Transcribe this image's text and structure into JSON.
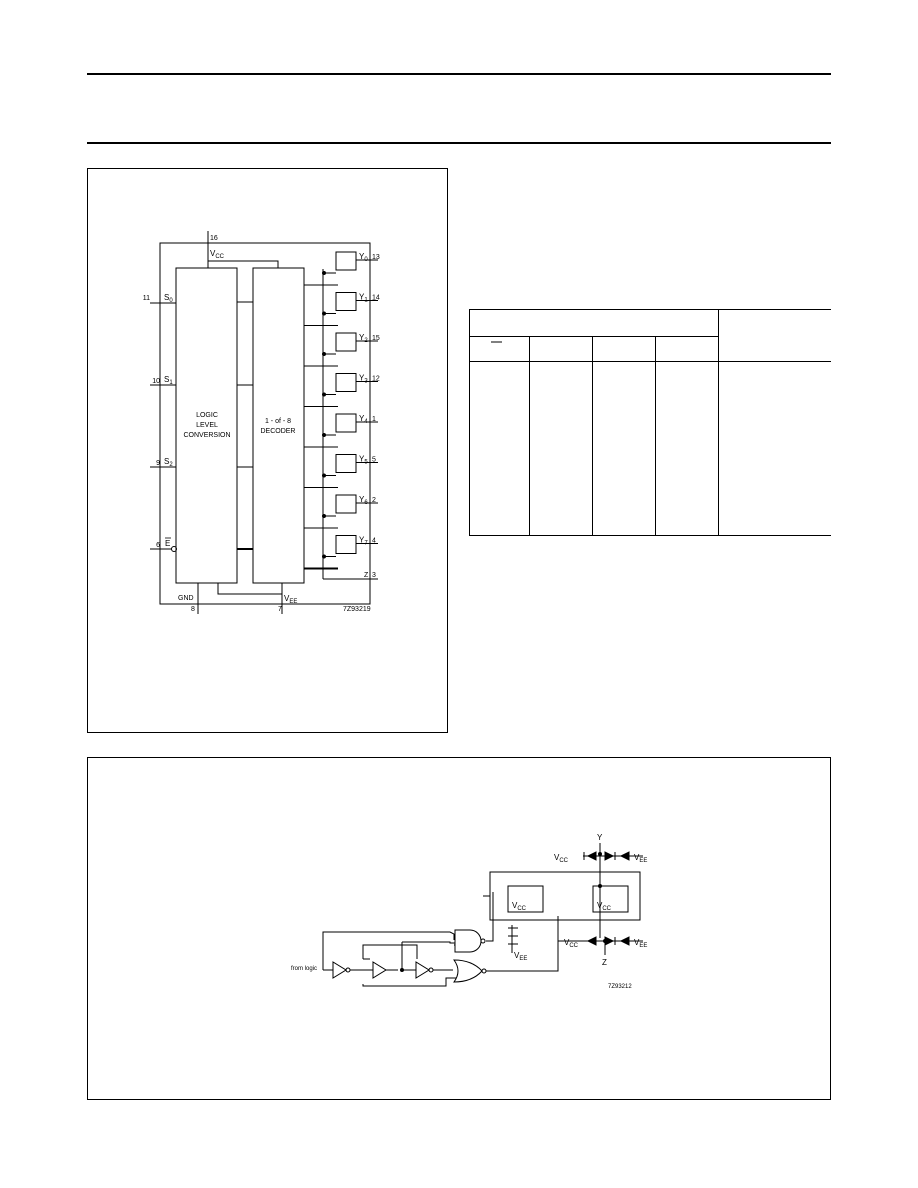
{
  "header": {
    "rules": 2
  },
  "figure_block_diagram": {
    "pins_top": {
      "vcc_num": "16",
      "vcc_label": "V",
      "vcc_sub": "CC"
    },
    "inputs": [
      {
        "num": "11",
        "label": "S",
        "sub": "0"
      },
      {
        "num": "10",
        "label": "S",
        "sub": "1"
      },
      {
        "num": "9",
        "label": "S",
        "sub": "2"
      },
      {
        "num": "6",
        "label": "E",
        "sub": ""
      }
    ],
    "conversion_block": [
      "LOGIC",
      "LEVEL",
      "CONVERSION"
    ],
    "decoder_block": [
      "1 - of - 8",
      "DECODER"
    ],
    "outputs": [
      {
        "label": "Y",
        "sub": "0",
        "num": "13"
      },
      {
        "label": "Y",
        "sub": "1",
        "num": "14"
      },
      {
        "label": "Y",
        "sub": "2",
        "num": "15"
      },
      {
        "label": "Y",
        "sub": "3",
        "num": "12"
      },
      {
        "label": "Y",
        "sub": "4",
        "num": "1"
      },
      {
        "label": "Y",
        "sub": "5",
        "num": "5"
      },
      {
        "label": "Y",
        "sub": "6",
        "num": "2"
      },
      {
        "label": "Y",
        "sub": "7",
        "num": "4"
      }
    ],
    "common_out": {
      "label": "Z",
      "num": "3"
    },
    "gnd": {
      "label": "GND",
      "num": "8"
    },
    "vee": {
      "label": "V",
      "sub": "EE",
      "num": "7"
    },
    "code": "7Z93219"
  },
  "figure_switch": {
    "top_pin": "Y",
    "bottom_pin": "Z",
    "vcc": "V",
    "vcc_sub": "CC",
    "vee": "V",
    "vee_sub": "EE",
    "input_label": "from logic",
    "code": "7Z93212"
  }
}
